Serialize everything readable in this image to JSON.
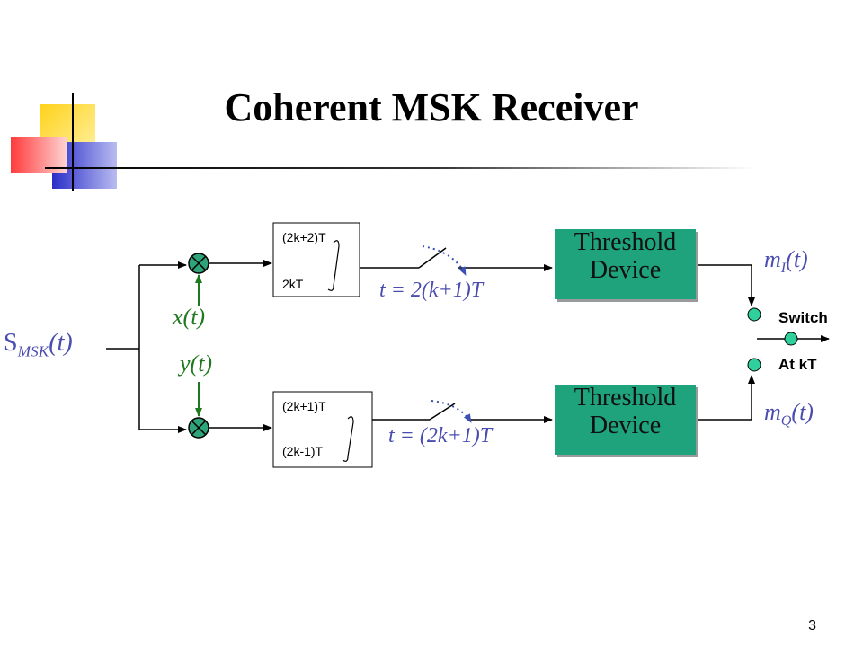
{
  "title": "Coherent MSK  Receiver",
  "input_signal": {
    "main": "S",
    "sub": "MSK",
    "tail": "(t)"
  },
  "x_label": "x(t)",
  "y_label": "y(t)",
  "integrator_top": {
    "upper": "(2k+2)T",
    "lower": "2kT"
  },
  "integrator_bottom": {
    "upper": "(2k+1)T",
    "lower": "(2k-1)T"
  },
  "sample_top": "t = 2(k+1)T",
  "sample_bottom": "t = (2k+1)T",
  "threshold_top": {
    "line1": "Threshold",
    "line2": "Device"
  },
  "threshold_bottom": {
    "line1": "Threshold",
    "line2": "Device"
  },
  "output_top": {
    "main": "m",
    "sub": "I",
    "tail": "(t)"
  },
  "output_bottom": {
    "main": "m",
    "sub": "Q",
    "tail": "(t)"
  },
  "switch_label": "Switch",
  "switch_timing": "At kT",
  "page_number": "3",
  "colors": {
    "threshold_fill": "#1fa37c",
    "label_blue": "#4a4db0",
    "label_green": "#1f7a1f"
  }
}
